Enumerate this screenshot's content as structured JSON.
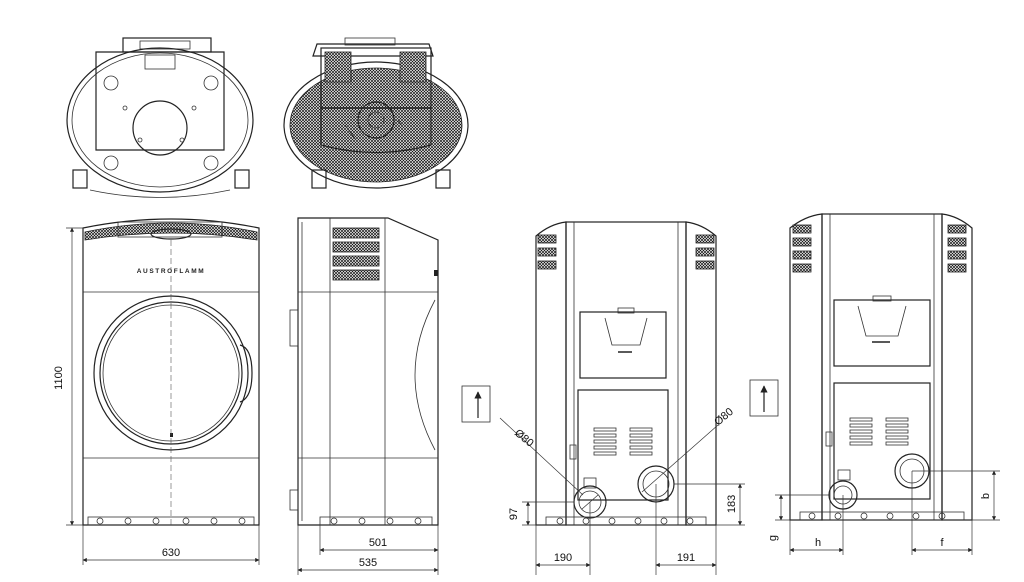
{
  "brand": {
    "logo_text": "AUSTROFLAMM"
  },
  "dimensions": {
    "height": "1100",
    "width": "630",
    "depth_inner": "501",
    "depth_total": "535",
    "rear_left_offset": "190",
    "rear_right_offset": "191",
    "inlet_height": "97",
    "outlet_height": "183",
    "diameter_left": "Ø80",
    "diameter_right": "Ø80",
    "label_b": "b",
    "label_f": "f",
    "label_g": "g",
    "label_h": "h"
  },
  "icons": {
    "airflow": "up-arrow-icon"
  }
}
